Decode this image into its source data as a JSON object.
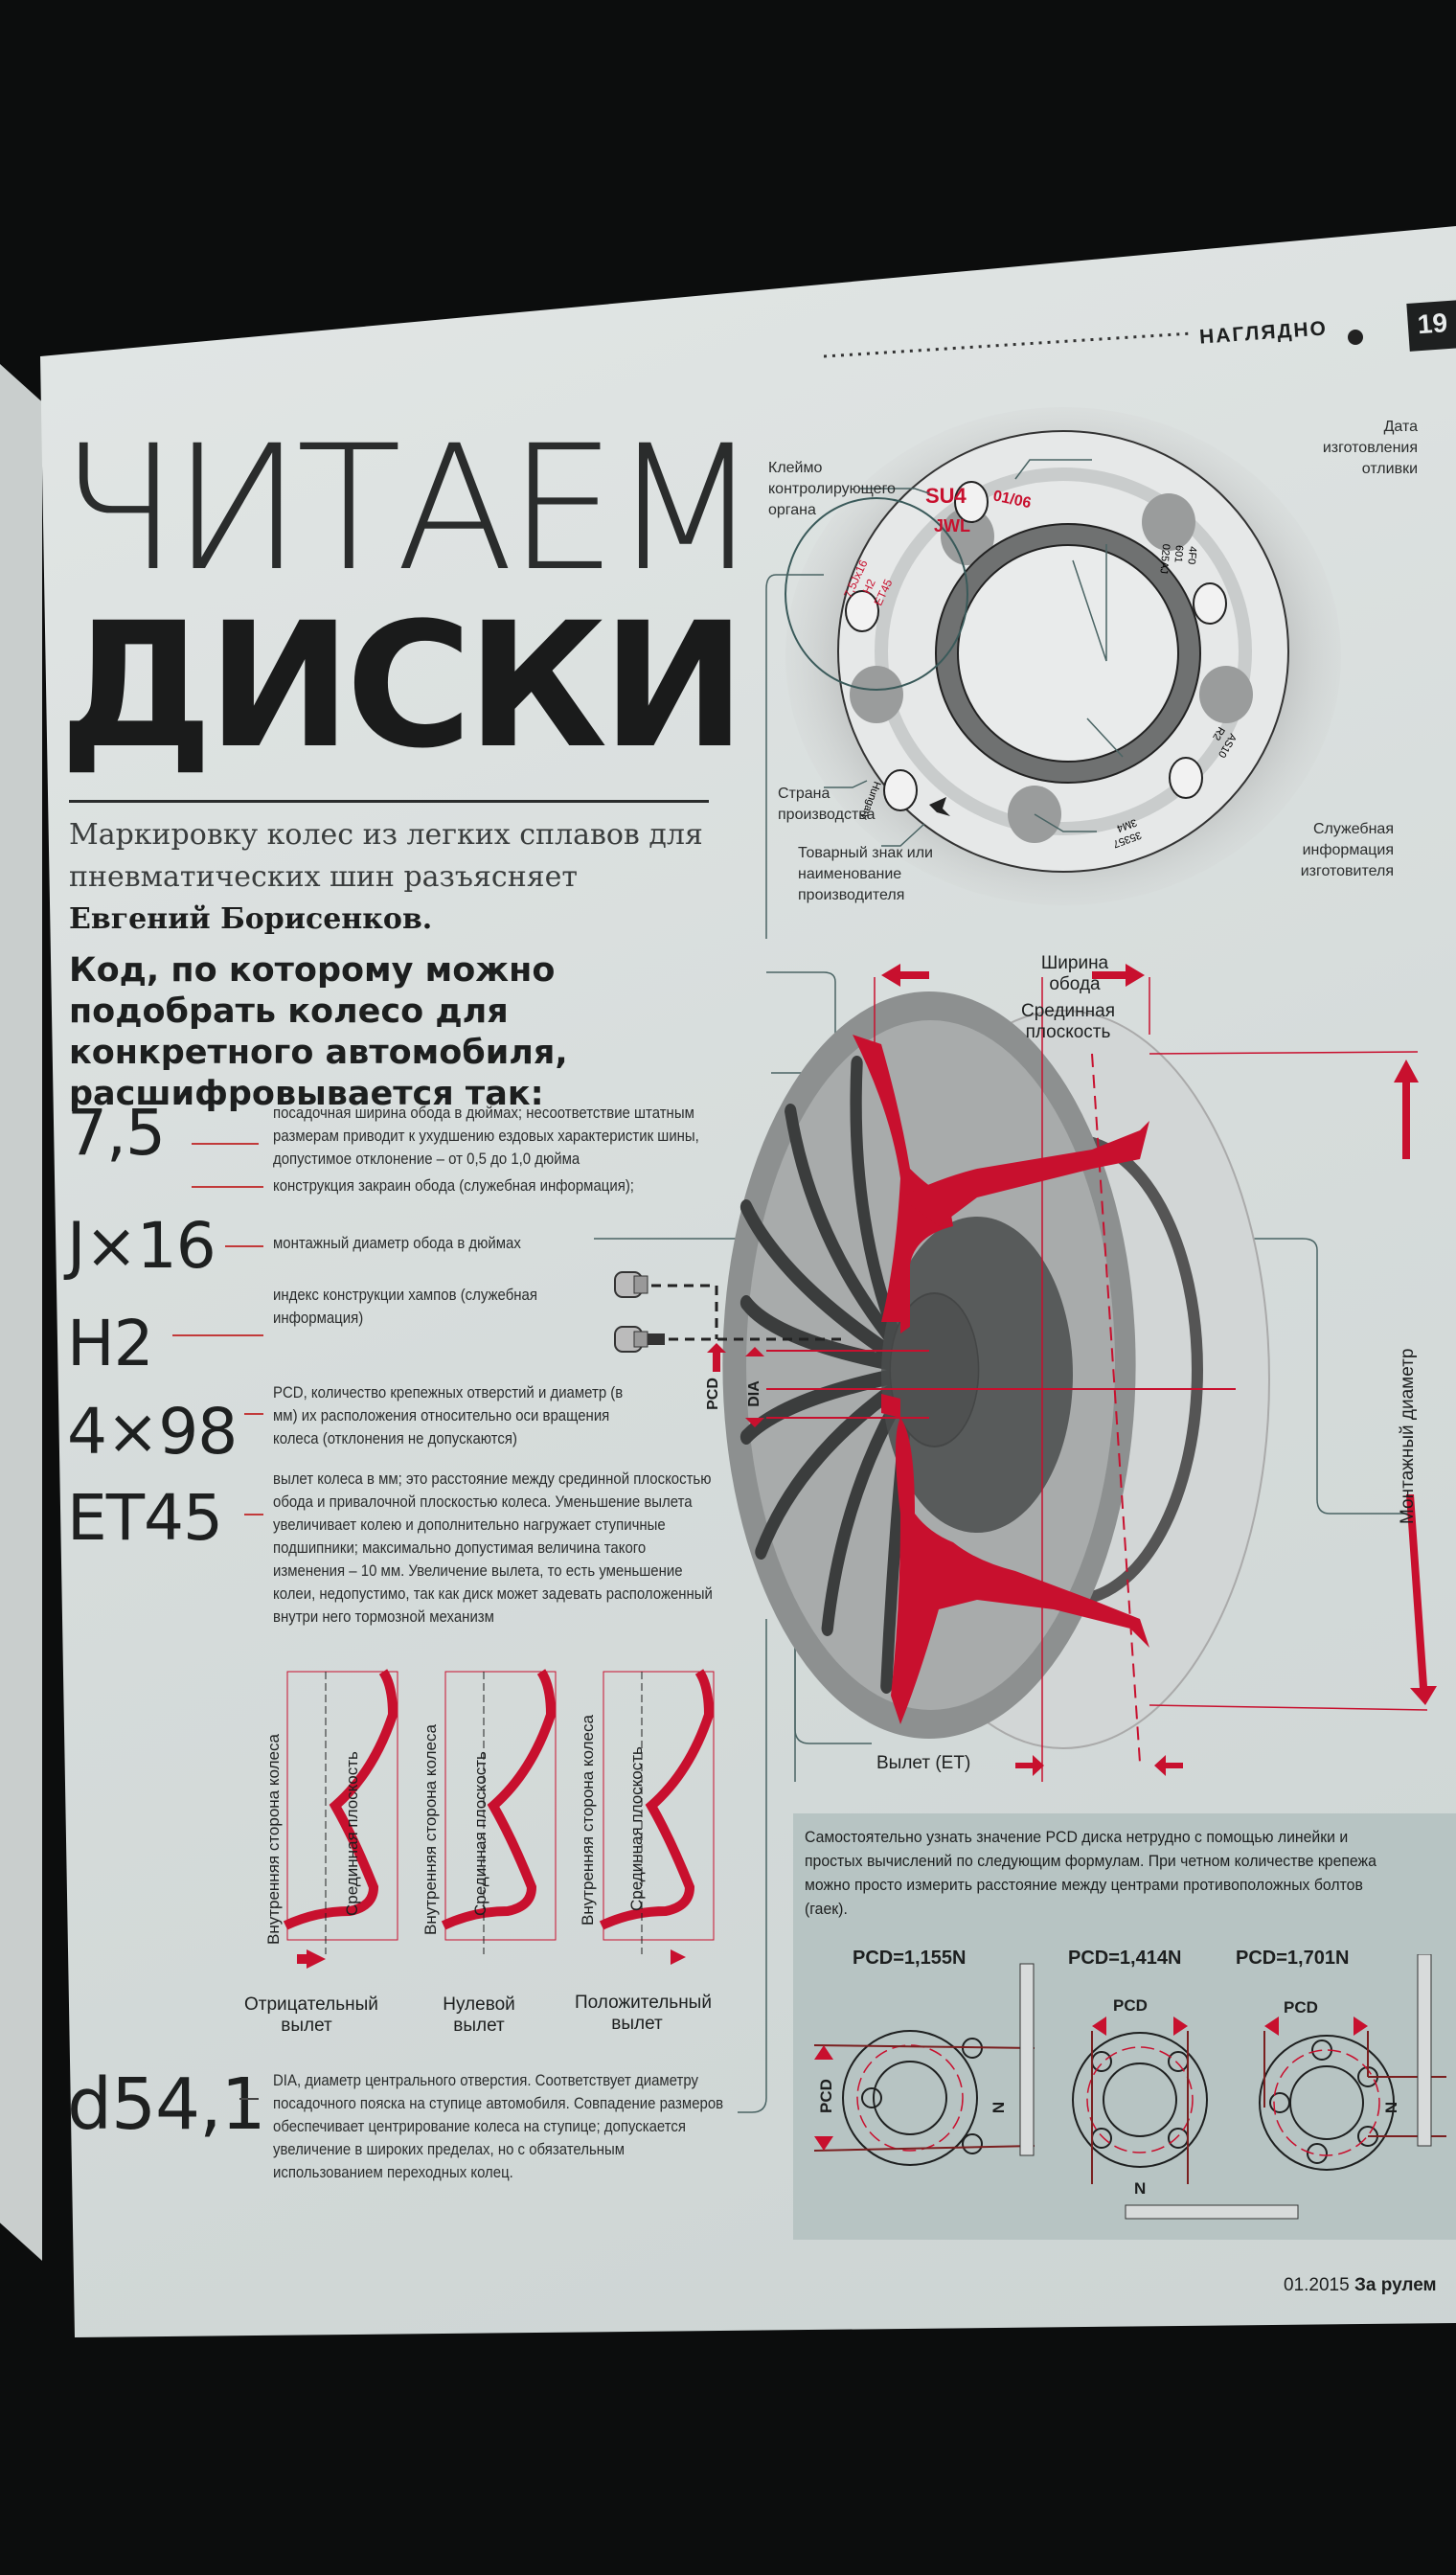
{
  "header": {
    "section": "НАГЛЯДНО",
    "page_number": "19"
  },
  "title": {
    "line1": "ЧИТАЕМ",
    "line2": "ДИСКИ"
  },
  "lead": {
    "text": "Маркировку колес из легких сплавов для пневматических шин разъясняет",
    "author": "Евгений Борисенков",
    "end": "."
  },
  "heading": "Код, по которому можно подобрать колесо для конкретного автомобиля, расшифровывается так:",
  "codes": [
    {
      "code": "7,5",
      "desc": "посадочная ширина обода в дюймах; несоответствие штатным размерам приводит к ухудшению ездовых характеристик шины, допустимое отклонение – от 0,5 до 1,0 дюйма"
    },
    {
      "code": "J×16",
      "desc_j": "конструкция закраин обода (служебная информация);",
      "desc": "монтажный диаметр обода в дюймах"
    },
    {
      "code": "H2",
      "desc": "индекс конструкции хампов (служебная информация)"
    },
    {
      "code": "4×98",
      "desc": "PCD, количество крепежных отверстий и диаметр (в мм) их расположения относительно оси вращения колеса (отклонения не допускаются)"
    },
    {
      "code": "ET45",
      "desc": "вылет колеса в мм; это расстояние между срединной плоскостью обода и привалочной плоскостью колеса. Уменьшение вылета увеличивает колею и дополнительно нагружает ступичные подшипники; максимально допустимая величина такого изменения – 10 мм. Увеличение вылета, то есть уменьшение колеи, недопустимо, так как диск может задевать расположенный внутри него тормозной механизм"
    },
    {
      "code": "d54,1",
      "desc": "DIA, диаметр центрального отверстия. Соответствует диаметру посадочного пояска на ступице автомобиля. Совпадение размеров обеспечивает центрирование колеса на ступице; допускается увеличение в широких пределах, но с обязательным использованием переходных колец."
    }
  ],
  "disk_diagram": {
    "labels": {
      "inspection_stamp": "Клеймо контролирующего органа",
      "cast_date": "Дата изготовления отливки",
      "country": "Страна производства",
      "trademark": "Товарный знак или наименование производителя",
      "service_info": "Служебная информация изготовителя"
    },
    "markings": {
      "stamp1": "SU4",
      "stamp2": "JWL",
      "date": "01/06",
      "size1": "7,5Jx16",
      "size2": "H2",
      "size3": "ET45",
      "country": "Hungary",
      "svc1": "4F0",
      "svc2": "601",
      "svc3": "025AJ",
      "svc4": "AS10",
      "svc5": "R2",
      "svc6": "35357",
      "svc7": "3M4"
    }
  },
  "wheel_diagram": {
    "rim_width": "Ширина обода",
    "mid_plane": "Срединная плоскость",
    "mount_diameter": "Монтажный диаметр",
    "offset": "Вылет (ET)",
    "pcd": "PCD",
    "dia": "DIA"
  },
  "offset_types": [
    {
      "inner": "Внутренняя сторона колеса",
      "mid": "Срединная плоскость",
      "label": "Отрицательный вылет"
    },
    {
      "inner": "Внутренняя сторона колеса",
      "mid": "Срединная плоскость",
      "label": "Нулевой вылет"
    },
    {
      "inner": "Внутренняя сторона колеса",
      "mid": "Срединная плоскость",
      "label": "Положительный вылет"
    }
  ],
  "pcd_box": {
    "text": "Самостоятельно узнать значение PCD диска нетрудно с помощью линейки и простых вычислений по следующим формулам. При четном количестве крепежа можно просто измерить расстояние между центрами противоположных болтов (гаек).",
    "formulas": [
      "PCD=1,155N",
      "PCD=1,414N",
      "PCD=1,701N"
    ],
    "pcd_label": "PCD",
    "n_label": "N"
  },
  "footer": {
    "issue": "01.2015",
    "magazine": "За рулем"
  },
  "colors": {
    "accent": "#c8102e",
    "text": "#1e2020",
    "box": "#b7c4c3"
  }
}
